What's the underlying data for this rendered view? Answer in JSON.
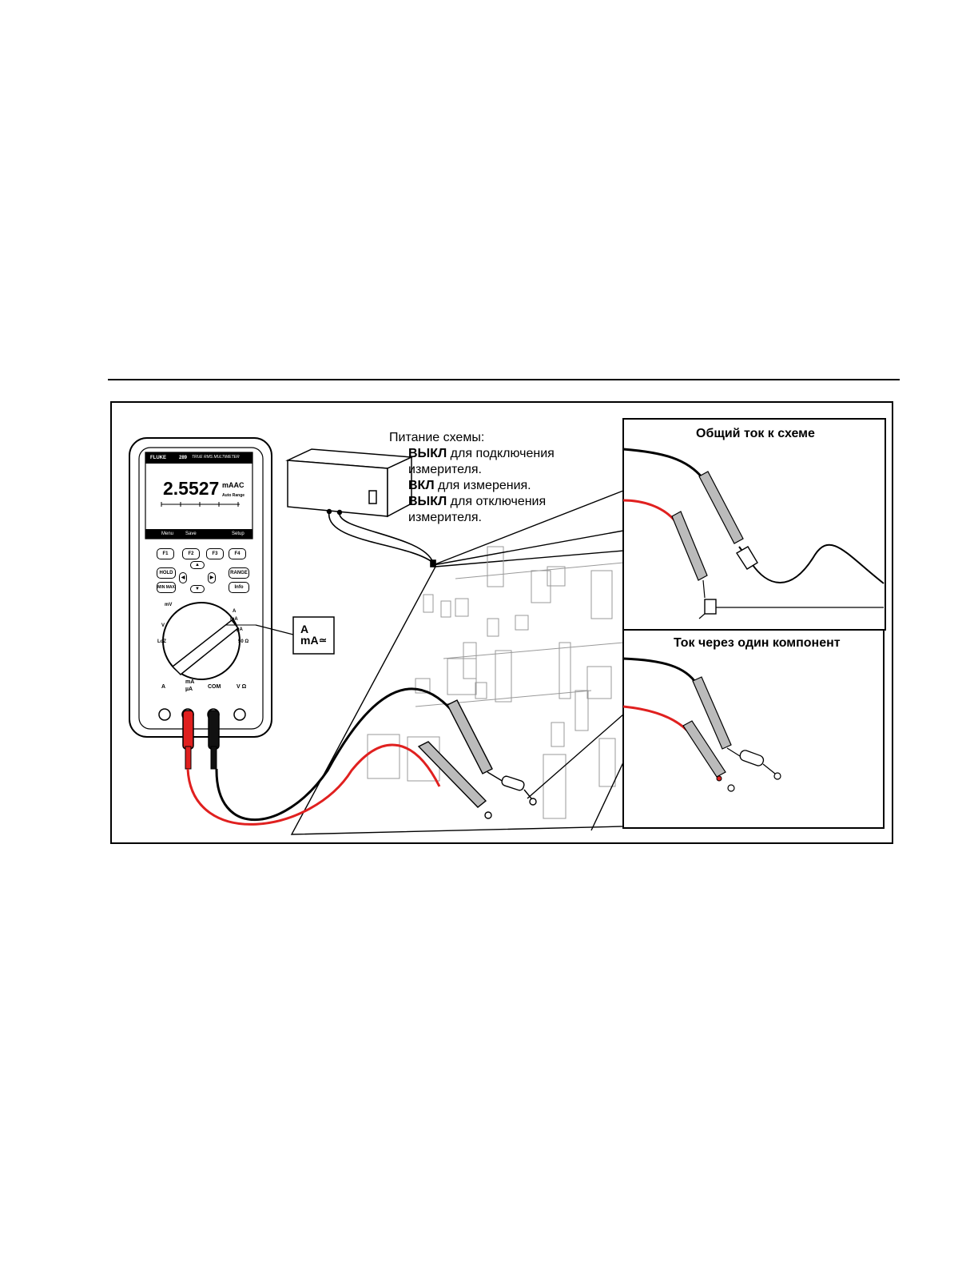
{
  "caption": {
    "line1": "Питание схемы:",
    "line2_bold": "ВЫКЛ",
    "line2_rest": " для подключения",
    "line3": "измерителя.",
    "line4_bold": "ВКЛ",
    "line4_rest": "  для измерения.",
    "line5_bold": "ВЫКЛ",
    "line5_rest": " для отключения",
    "line6": "измерителя."
  },
  "inset_top_title": "Общий ток к схеме",
  "inset_bottom_title": "Ток через один компонент",
  "meter": {
    "brand": "FLUKE",
    "model": "289",
    "model_text": "TRUE RMS MULTIMETER",
    "reading": "2.5527",
    "unit": "mAAC",
    "range_text": "Auto Range",
    "softkeys": [
      "Menu",
      "Save",
      "Setup"
    ],
    "fkeys": [
      "F1",
      "F2",
      "F3",
      "F4"
    ],
    "hold": "HOLD",
    "range": "RANGE",
    "minmax": "MIN MAX",
    "info": "Info",
    "dial_labels": {
      "mv": "mV",
      "v": "V",
      "loz": "LoZ",
      "a": "A",
      "ma": "mA",
      "ua": "µA",
      "ohm": "50 Ω"
    },
    "jacks": {
      "a": "A",
      "ma": "mA",
      "ua": "µA",
      "com": "COM",
      "vohm": "V Ω"
    }
  },
  "callout": {
    "a": "A",
    "ma": "mA"
  }
}
